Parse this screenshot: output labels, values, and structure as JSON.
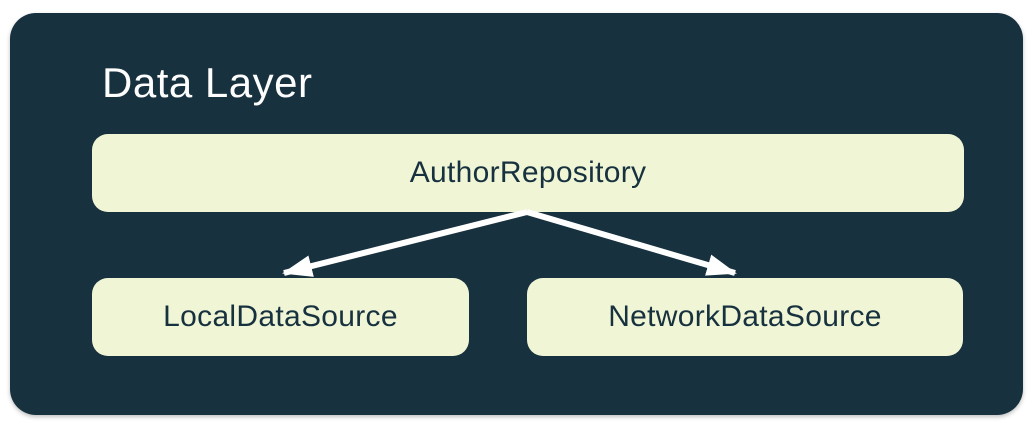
{
  "diagram": {
    "title": "Data Layer",
    "nodes": [
      {
        "id": "author-repository",
        "label": "AuthorRepository"
      },
      {
        "id": "local-data-source",
        "label": "LocalDataSource"
      },
      {
        "id": "network-data-source",
        "label": "NetworkDataSource"
      }
    ],
    "edges": [
      {
        "from": "AuthorRepository",
        "to": "LocalDataSource"
      },
      {
        "from": "AuthorRepository",
        "to": "NetworkDataSource"
      }
    ],
    "colors": {
      "container_bg": "#17313F",
      "node_bg": "#EFF5D5",
      "node_text": "#17313F",
      "title_text": "#FDFDFD",
      "arrow": "#FFFFFF",
      "page_bg": "#FFFFFF"
    }
  }
}
